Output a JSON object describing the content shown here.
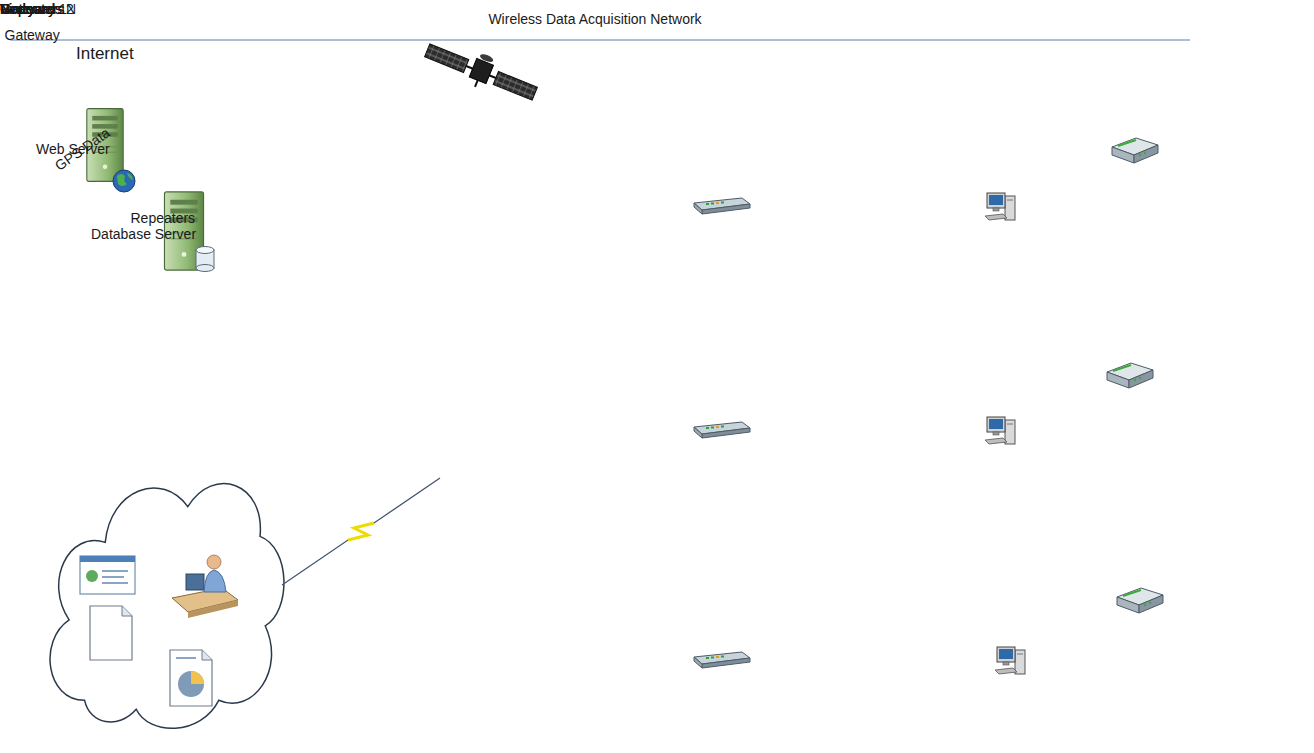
{
  "diagram": {
    "title": "Wireless Data Acquisition Network",
    "nodes": [
      {
        "text": [
          "Web Server",
          "Database Server"
        ]
      },
      {
        "text": [
          "GPS Data"
        ]
      },
      {
        "text": [
          "Internet"
        ]
      },
      {
        "text": [
          "Gateway"
        ]
      },
      {
        "text": [
          "Vineyards N"
        ]
      },
      {
        "text": [
          "Repeaters"
        ],
        "in": 4
      },
      {
        "text": [
          "Node"
        ],
        "in": 4
      },
      {
        "text": [
          "Gateway"
        ]
      },
      {
        "text": [
          "Vineyards 2"
        ]
      },
      {
        "text": [
          "Repeaters"
        ],
        "in": 8
      },
      {
        "text": [
          "Node"
        ],
        "in": 8
      },
      {
        "text": [
          "Gateway"
        ]
      },
      {
        "text": [
          "Vineyard 1"
        ]
      },
      {
        "text": [
          "Repeaters"
        ],
        "in": 12
      },
      {
        "text": [
          "Node"
        ],
        "in": 12
      }
    ],
    "edges": [
      {
        "from": 0,
        "to": 2,
        "arrow": "none"
      },
      {
        "from": 1,
        "to": 2,
        "arrow": "none"
      },
      {
        "from": 2,
        "to": 3,
        "arrow": "none"
      },
      {
        "from": 3,
        "to": 6,
        "arrow": "none"
      },
      {
        "from": 2,
        "to": 7,
        "arrow": "none"
      },
      {
        "from": 7,
        "to": 10,
        "arrow": "none"
      },
      {
        "from": 2,
        "to": 11,
        "arrow": "none"
      },
      {
        "from": 11,
        "to": 14,
        "arrow": "none"
      }
    ]
  }
}
